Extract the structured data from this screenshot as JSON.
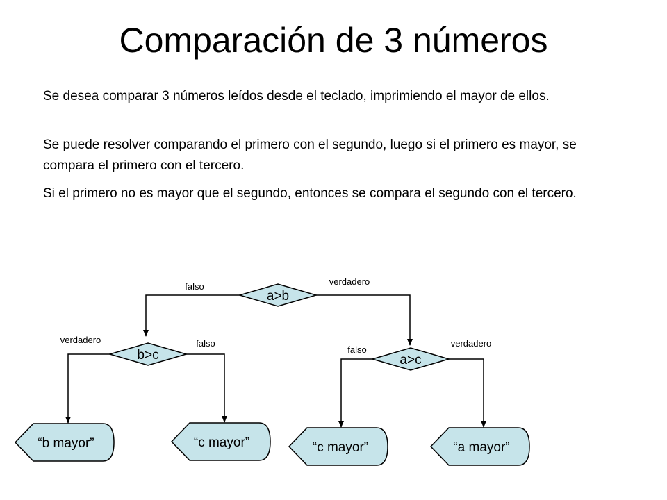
{
  "slide": {
    "title": "Comparación de 3 números",
    "paragraphs": [
      "Se desea comparar 3 números leídos desde el teclado, imprimiendo el mayor de ellos.",
      "Se puede resolver comparando el primero con el segundo, luego si el primero es mayor, se compara el primero con el tercero.",
      "Si el primero no es mayor que el segundo, entonces se compara el segundo con el tercero."
    ]
  },
  "diagram": {
    "decisions": {
      "a_gt_b": "a>b",
      "b_gt_c": "b>c",
      "a_gt_c": "a>c"
    },
    "branches": {
      "a_gt_b_false": "falso",
      "a_gt_b_true": "verdadero",
      "b_gt_c_true": "verdadero",
      "b_gt_c_false": "falso",
      "a_gt_c_false": "falso",
      "a_gt_c_true": "verdadero"
    },
    "outputs": {
      "b_mayor": "“b mayor”",
      "c_mayor_left": "“c mayor”",
      "c_mayor_right": "“c mayor”",
      "a_mayor": "“a mayor”"
    },
    "colors": {
      "shape_fill": "#c6e4ea",
      "stroke": "#000000"
    }
  }
}
